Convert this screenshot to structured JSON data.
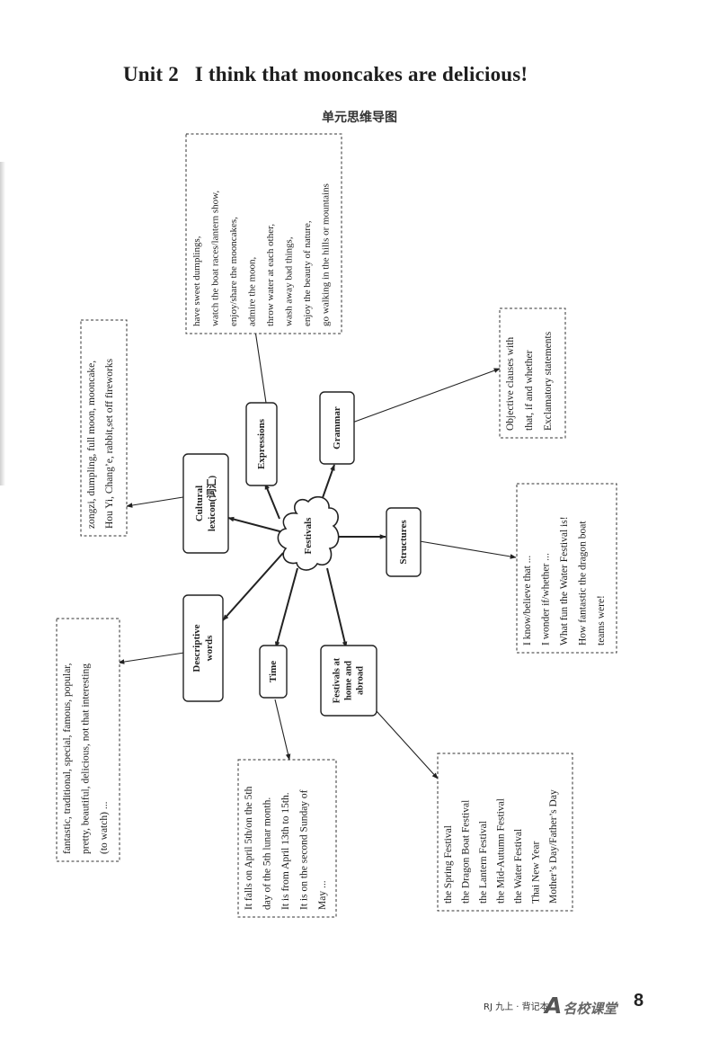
{
  "page": {
    "title": "Unit 2   I think that mooncakes are delicious!",
    "subtitle": "单元思维导图",
    "footer_code": "RJ 九上 · 背记本",
    "brand_letter": "A",
    "brand_text": "名校课堂",
    "page_number": "8"
  },
  "mindmap": {
    "center": "Festivals",
    "branches": [
      {
        "id": "expressions",
        "label_lines": [
          "Expressions"
        ],
        "detail_lines": [
          "have sweet dumplings,",
          "watch the boat races/lantern show,",
          "enjoy/share the mooncakes,",
          "admire the moon,",
          "throw water at each other,",
          "wash away bad things,",
          "enjoy the beauty of nature,",
          "go walking in the hills or mountains"
        ]
      },
      {
        "id": "grammar",
        "label_lines": [
          "Grammar"
        ],
        "detail_lines": [
          "Objective clauses with",
          "that, if and whether",
          "Exclamatory statements"
        ]
      },
      {
        "id": "cultural-lexicon",
        "label_lines": [
          "Cultural",
          "lexicon(词汇)"
        ],
        "detail_lines": [
          "zongzi, dumpling, full moon, mooncake,",
          "Hou Yi, Chang’e, rabbit,set off fireworks"
        ]
      },
      {
        "id": "structures",
        "label_lines": [
          "Structures"
        ],
        "detail_lines": [
          "I know/believe that ...",
          "I wonder if/whether ...",
          "What fun the Water Festival is!",
          "How fantastic the dragon boat",
          "teams were!"
        ]
      },
      {
        "id": "descriptive-words",
        "label_lines": [
          "Descriptive",
          "words"
        ],
        "detail_lines": [
          "fantastic, traditional, special, famous, popular,",
          "pretty, beautiful, delicious, not that interesting",
          "(to watch) ..."
        ]
      },
      {
        "id": "time",
        "label_lines": [
          "Time"
        ],
        "detail_lines": [
          "It falls on April 5th/on the 5th",
          "day of the 5th lunar month.",
          "It is from April 13th to 15th.",
          "It is on the second Sunday of",
          "May ..."
        ]
      },
      {
        "id": "festivals-home-abroad",
        "label_lines": [
          "Festivals at",
          "home and",
          "abroad"
        ],
        "detail_lines": [
          "the Spring Festival",
          "the Dragon Boat Festival",
          "the Lantern Festival",
          "the Mid-Autumn Festival",
          "the Water Festival",
          "Thai New Year",
          "Mother’s Day/Father’s Day"
        ]
      }
    ]
  }
}
